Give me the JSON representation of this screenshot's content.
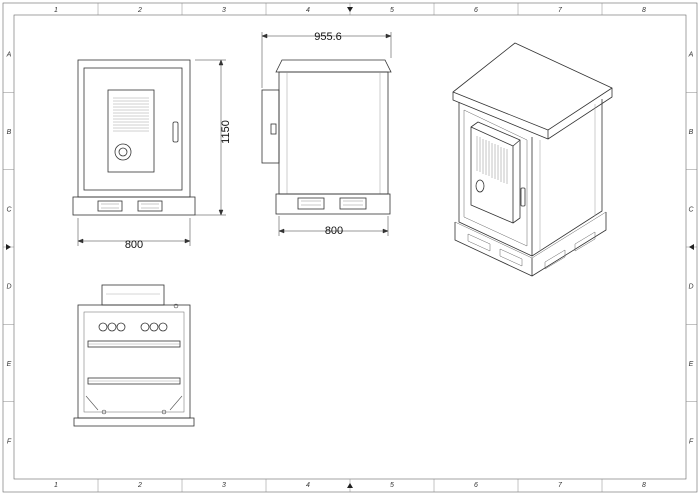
{
  "border": {
    "columns": [
      "1",
      "2",
      "3",
      "4",
      "5",
      "6",
      "7",
      "8"
    ],
    "rows": [
      "A",
      "B",
      "C",
      "D",
      "E",
      "F"
    ]
  },
  "front_view": {
    "width_label": "800",
    "height_label": "1150"
  },
  "side_view": {
    "depth_label": "955.6",
    "width_label": "800"
  }
}
